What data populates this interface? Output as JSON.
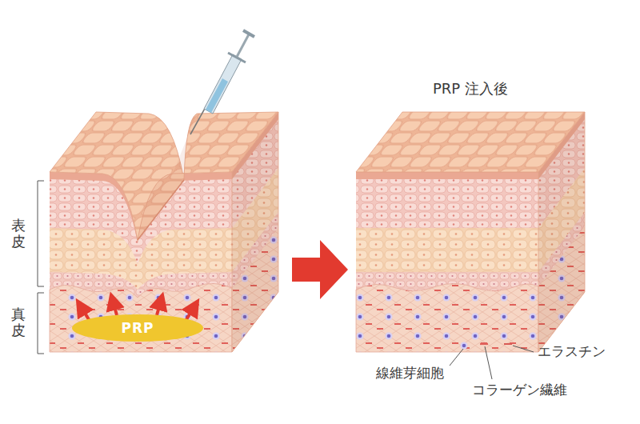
{
  "diagram": {
    "title": "PRP 注入後",
    "nodes": [
      {
        "text": [
          "PRP"
        ]
      }
    ],
    "labels": [
      "表皮",
      "真皮",
      "線維芽細胞",
      "コラーゲン繊維",
      "エラスチン"
    ]
  }
}
